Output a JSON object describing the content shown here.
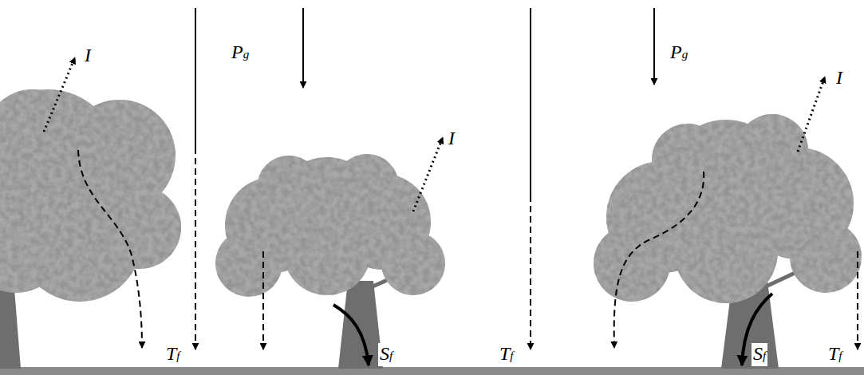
{
  "diagram": {
    "labels": [
      "I",
      "Pg",
      "Pg",
      "I",
      "I",
      "Tf",
      "Sf",
      "Tf",
      "Sf",
      "Tf"
    ]
  }
}
